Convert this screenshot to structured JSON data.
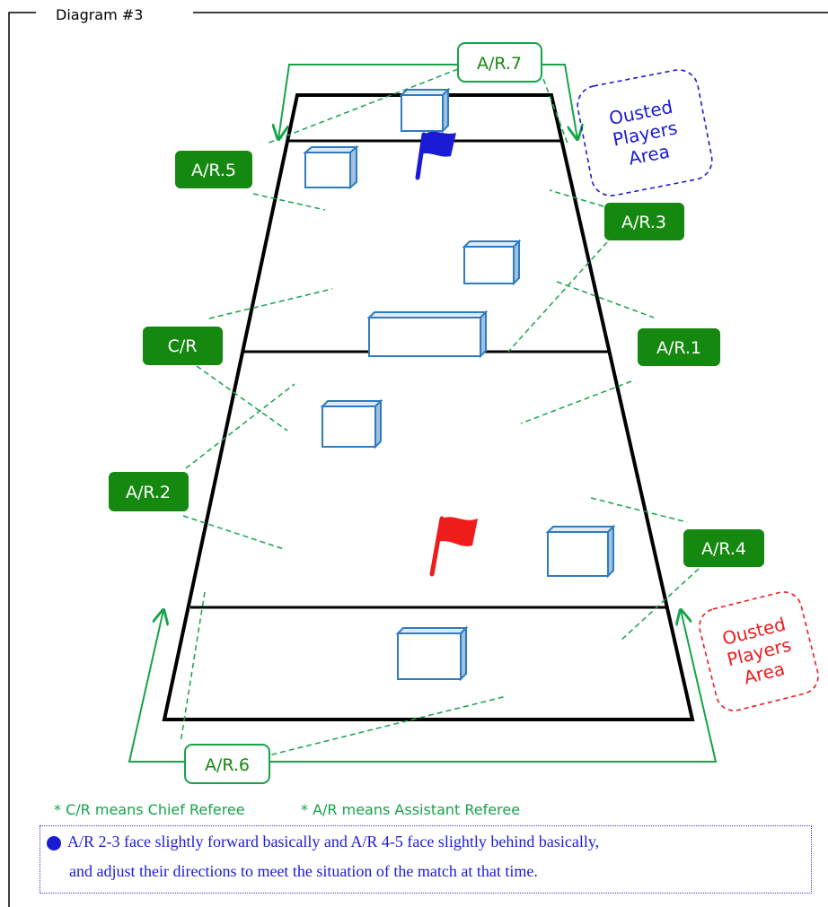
{
  "diagram": {
    "title": "Diagram #3",
    "referees": {
      "ar7": "A/R.7",
      "ar5": "A/R.5",
      "ar3": "A/R.3",
      "cr": "C/R",
      "ar1": "A/R.1",
      "ar2": "A/R.2",
      "ar4": "A/R.4",
      "ar6": "A/R.6"
    },
    "ousted_areas": [
      {
        "lines": [
          "Ousted",
          "Players",
          "Area"
        ],
        "color": "#1b1bd6"
      },
      {
        "lines": [
          "Ousted",
          "Players",
          "Area"
        ],
        "color": "#ef1c1c"
      }
    ],
    "flags": {
      "top": "#1b1bd6",
      "bottom": "#ef1c1c"
    },
    "colors": {
      "referee_box": "#15890f",
      "referee_text": "#ffffff",
      "label_outline": "#16a34a",
      "box_stroke": "#2e7bc1",
      "field": "#000000"
    }
  },
  "legend": {
    "cr_meaning": "* C/R means Chief Referee",
    "ar_meaning": "* A/R means Assistant Referee"
  },
  "note": {
    "line1": "A/R 2-3 face slightly forward basically and A/R 4-5 face slightly behind basically,",
    "line2": "and adjust their directions to meet the situation of the match at that time."
  }
}
